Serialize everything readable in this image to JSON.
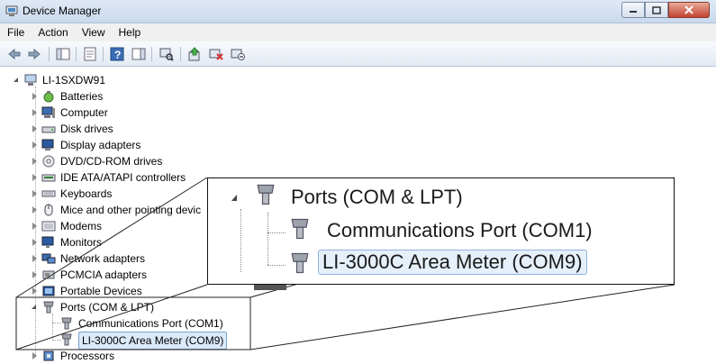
{
  "window": {
    "title": "Device Manager"
  },
  "menu": [
    "File",
    "Action",
    "View",
    "Help"
  ],
  "toolbar_icons": [
    "back-icon",
    "forward-icon",
    "show-hide-tree-icon",
    "properties-icon",
    "help-icon",
    "action-pane-icon",
    "scan-hardware-icon",
    "update-driver-icon",
    "uninstall-icon",
    "disable-icon"
  ],
  "tree": {
    "root": "LI-1SXDW91",
    "items": [
      {
        "label": "Batteries",
        "icon": "battery-icon"
      },
      {
        "label": "Computer",
        "icon": "computer-icon"
      },
      {
        "label": "Disk drives",
        "icon": "disk-drive-icon"
      },
      {
        "label": "Display adapters",
        "icon": "display-adapter-icon"
      },
      {
        "label": "DVD/CD-ROM drives",
        "icon": "dvd-drive-icon"
      },
      {
        "label": "IDE ATA/ATAPI controllers",
        "icon": "ide-controller-icon"
      },
      {
        "label": "Keyboards",
        "icon": "keyboard-icon"
      },
      {
        "label": "Mice and other pointing devic",
        "icon": "mouse-icon"
      },
      {
        "label": "Modems",
        "icon": "modem-icon"
      },
      {
        "label": "Monitors",
        "icon": "monitor-icon"
      },
      {
        "label": "Network adapters",
        "icon": "network-adapter-icon"
      },
      {
        "label": "PCMCIA adapters",
        "icon": "pcmcia-icon"
      },
      {
        "label": "Portable Devices",
        "icon": "portable-device-icon"
      },
      {
        "label": "Ports (COM & LPT)",
        "icon": "port-icon"
      },
      {
        "label": "Communications Port (COM1)",
        "icon": "port-icon"
      },
      {
        "label": "LI-3000C Area Meter (COM9)",
        "icon": "port-icon"
      },
      {
        "label": "Processors",
        "icon": "processor-icon"
      }
    ]
  },
  "callout": {
    "ports_label": "Ports (COM & LPT)",
    "com1_label": "Communications Port (COM1)",
    "com9_label": "LI-3000C Area Meter (COM9)"
  },
  "colors": {
    "selection_bg": "#dbeaf9",
    "selection_border": "#7da2ce",
    "close_button": "#c2452f"
  }
}
